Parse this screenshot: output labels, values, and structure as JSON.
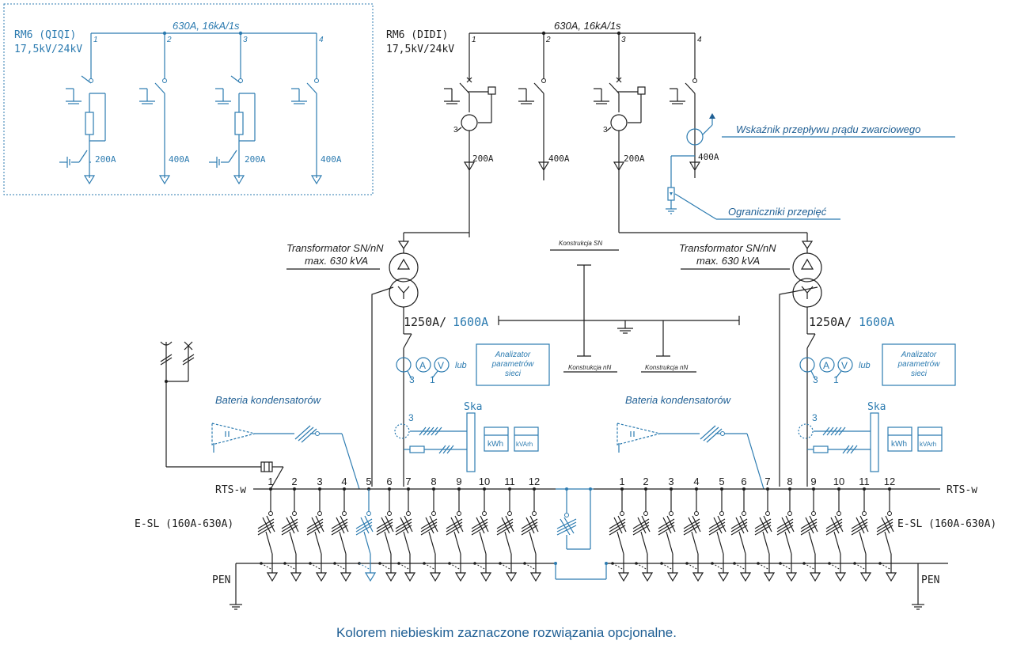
{
  "rm6_option": {
    "title": "RM6 (QIQI)",
    "voltage": "17,5kV/24kV",
    "rating": "630A, 16kA/1s",
    "feeder_numbers": [
      "1",
      "2",
      "3",
      "4"
    ],
    "feeder_ratings": [
      "200A",
      "400A",
      "200A",
      "400A"
    ]
  },
  "rm6_main": {
    "title": "RM6 (DIDI)",
    "voltage": "17,5kV/24kV",
    "rating": "630A, 16kA/1s",
    "feeder_numbers": [
      "1",
      "2",
      "3",
      "4"
    ],
    "feeder_ratings": [
      "200A",
      "400A",
      "200A",
      "400A"
    ],
    "ct_ratio": "3"
  },
  "callouts": {
    "fault_indicator": "Wskaźnik przepływu prądu zwarciowego",
    "surge_arresters": "Ograniczniki przepięć"
  },
  "transformers": {
    "left": {
      "name": "Transformator SN/nN",
      "power": "max. 630 kVA"
    },
    "right": {
      "name": "Transformator SN/nN",
      "power": "max. 630 kVA"
    }
  },
  "breaker": {
    "rating_base": "1250A/",
    "rating_option": "1600A"
  },
  "structures": {
    "sn": "Konstrukcja SN",
    "nn1": "Konstrukcja nN",
    "nn2": "Konstrukcja nN"
  },
  "meters": {
    "lub": "lub",
    "ct_count": "3",
    "v_count": "1",
    "analyzer": [
      "Analizator",
      "parametrów",
      "sieci"
    ],
    "meter_ct": "3",
    "ska": "Ska",
    "kwh": "kWh",
    "kvarh": "kVArh"
  },
  "capacitors": {
    "left": "Bateria kondensatorów",
    "right": "Bateria kondensatorów"
  },
  "busbar": {
    "name": "RTS-w",
    "left_numbers": [
      "1",
      "2",
      "3",
      "4",
      "5",
      "6",
      "7",
      "8",
      "9",
      "10",
      "11",
      "12"
    ],
    "right_numbers": [
      "1",
      "2",
      "3",
      "4",
      "5",
      "6",
      "7",
      "8",
      "9",
      "10",
      "11",
      "12"
    ],
    "fuse_label": "E-SL (160A-630A)",
    "pen": "PEN"
  },
  "footer": "Kolorem niebieskim zaznaczone rozwiązania opcjonalne.",
  "colors": {
    "main": "#1e1e1e",
    "optional": "#2c7bb0",
    "footer": "#1f5f94"
  }
}
